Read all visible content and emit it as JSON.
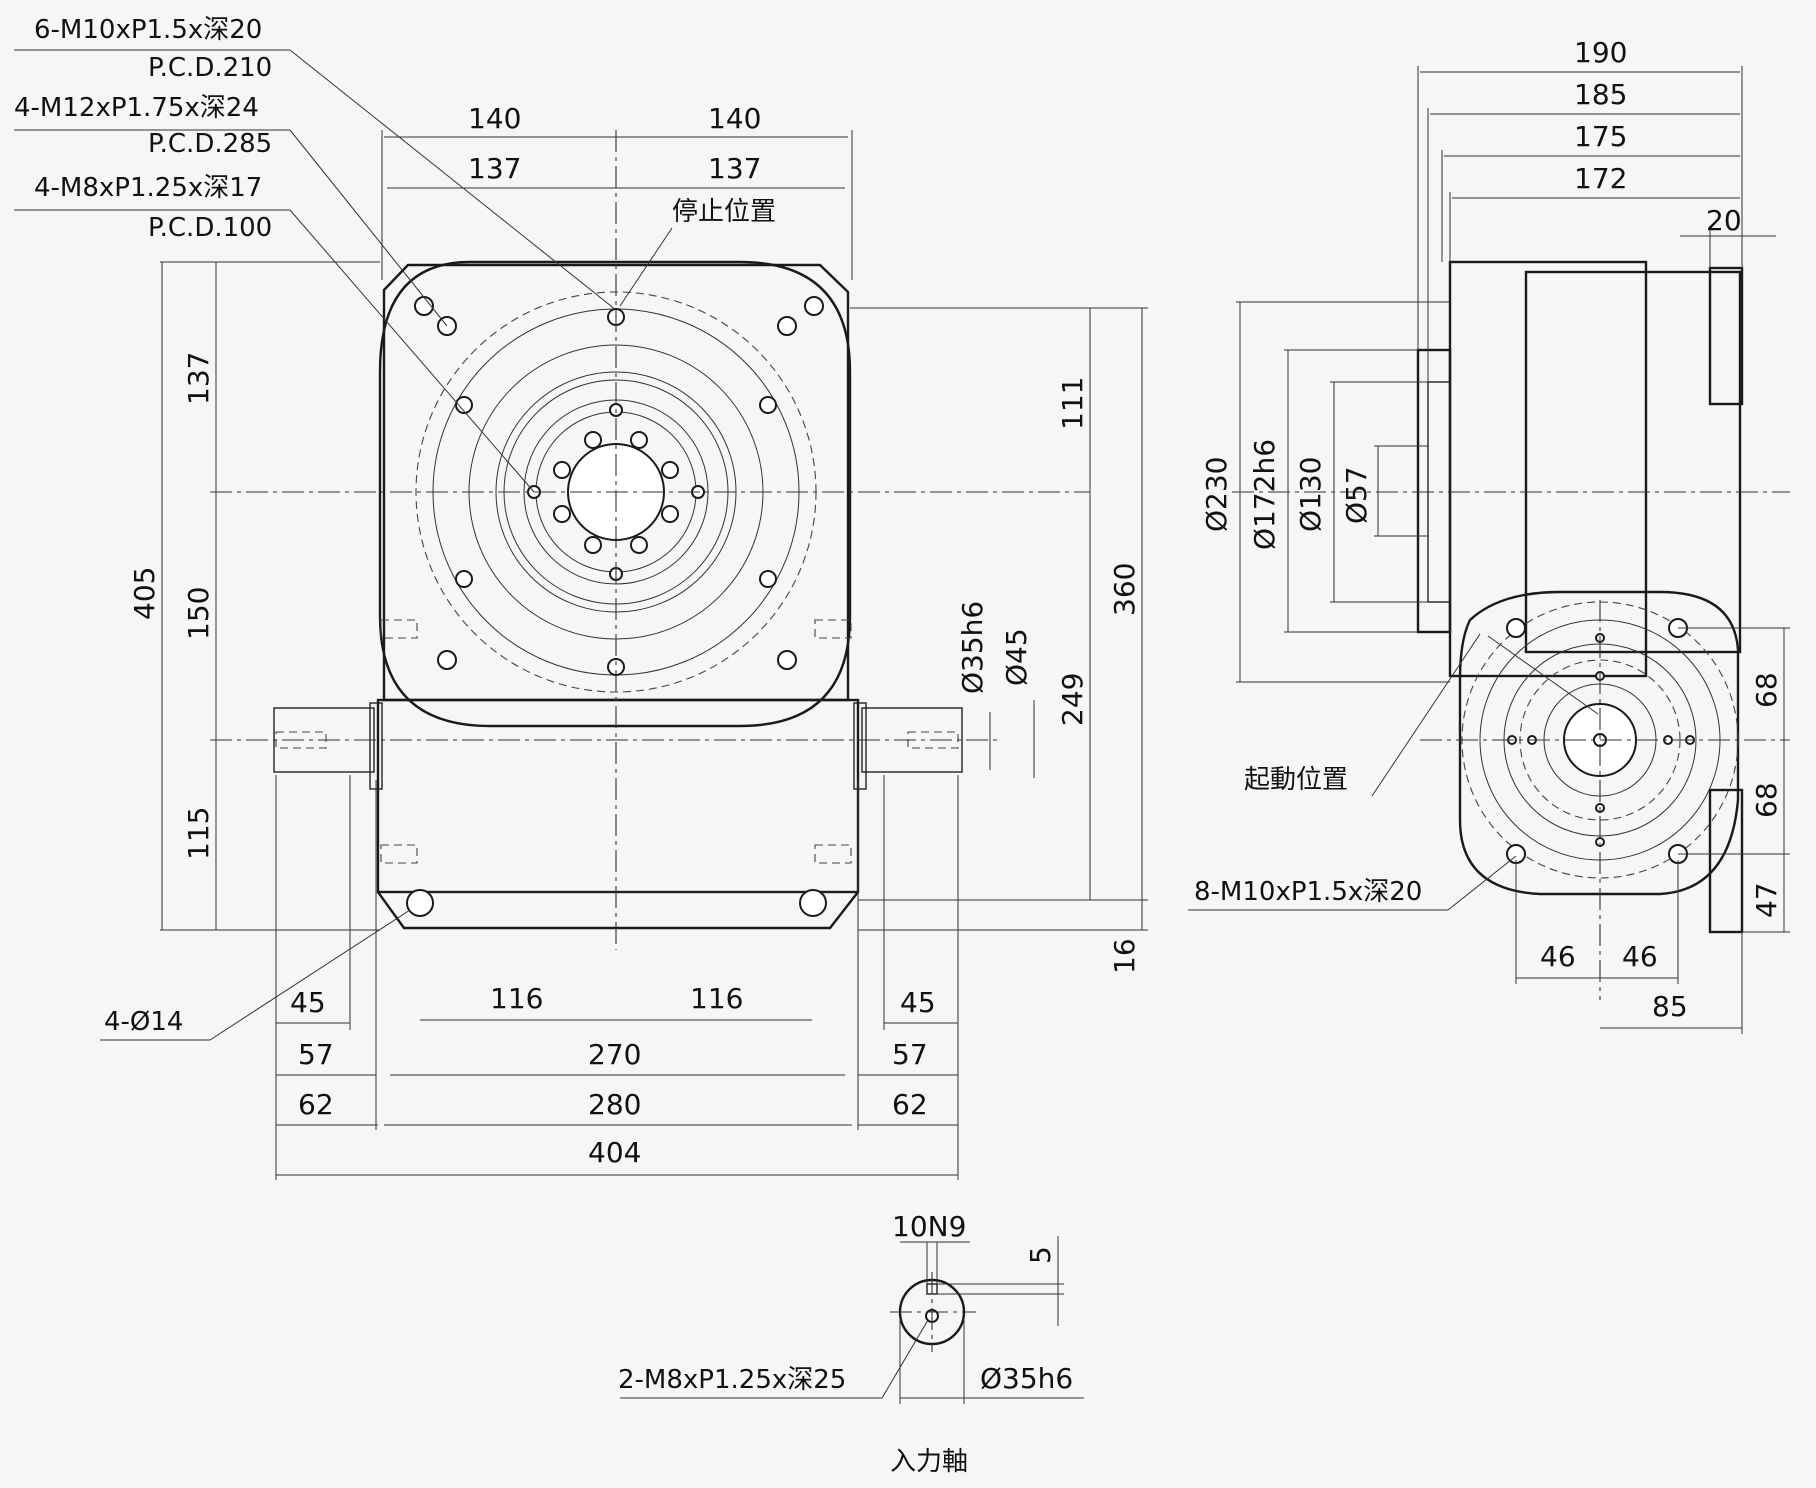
{
  "colors": {
    "body_green": "#b9ccbe",
    "body_shadow": "#8ea796",
    "face": "#e9ecec",
    "line": "#1a1a1a",
    "background": "#f6f6f6"
  },
  "front_view": {
    "callouts": {
      "m10": "6-M10xP1.5x深20",
      "pcd210": "P.C.D.210",
      "m12": "4-M12xP1.75x深24",
      "pcd285": "P.C.D.285",
      "m8": "4-M8xP1.25x深17",
      "pcd100": "P.C.D.100",
      "stop": "停止位置",
      "holes": "4-Ø14"
    },
    "dims": {
      "top_left_140": "140",
      "top_right_140": "140",
      "top_left_137": "137",
      "top_right_137": "137",
      "left_405": "405",
      "left_137": "137",
      "left_150": "150",
      "left_115": "115",
      "right_111": "111",
      "right_360": "360",
      "right_249": "249",
      "right_16": "16",
      "shaft_dia": "Ø35h6",
      "shaft_dia2": "Ø45",
      "bottom_116a": "116",
      "bottom_116b": "116",
      "bottom_45a": "45",
      "bottom_45b": "45",
      "bottom_57a": "57",
      "bottom_57b": "57",
      "bottom_270": "270",
      "bottom_62a": "62",
      "bottom_62b": "62",
      "bottom_280": "280",
      "bottom_404": "404"
    }
  },
  "side_view": {
    "dims": {
      "d190": "190",
      "d185": "185",
      "d175": "175",
      "d172": "172",
      "d20": "20",
      "dia230": "Ø230",
      "dia172": "Ø172h6",
      "dia130": "Ø130",
      "dia57": "Ø57",
      "d68a": "68",
      "d68b": "68",
      "d47": "47",
      "d46a": "46",
      "d46b": "46",
      "d85": "85"
    },
    "callouts": {
      "start": "起動位置",
      "m10": "8-M10xP1.5x深20"
    }
  },
  "input_shaft": {
    "title": "入力軸",
    "key": "10N9",
    "depth": "5",
    "dia": "Ø35h6",
    "tap": "2-M8xP1.25x深25"
  }
}
